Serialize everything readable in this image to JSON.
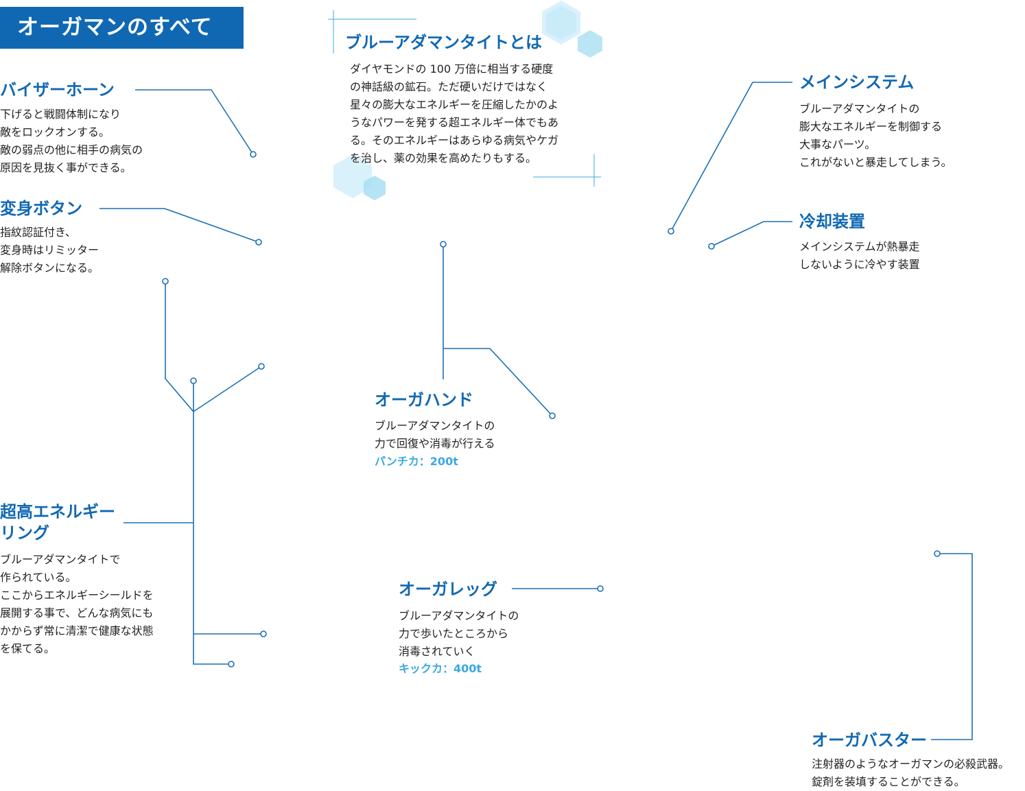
{
  "header": {
    "title": "オーガマンのすべて"
  },
  "intro": {
    "title": "ブルーアダマンタイトとは",
    "text": "ダイヤモンドの 100 万倍に相当する硬度\nの神話級の鉱石。ただ硬いだけではなく\n星々の膨大なエネルギーを圧縮したかのよ\nうなパワーを発する超エネルギー体でもあ\nる。そのエネルギーはあらゆる病気やケガ\nを治し、薬の効果を高めたりもする。"
  },
  "parts": {
    "visor_horn": {
      "title": "バイザーホーン",
      "text": "下げると戦闘体制になり\n敵をロックオンする。\n敵の弱点の他に相手の病気の\n原因を見抜く事ができる。"
    },
    "henshin_button": {
      "title": "変身ボタン",
      "text": "指紋認証付き、\n変身時はリミッター\n解除ボタンになる。"
    },
    "ring": {
      "title_line1": "超高エネルギー",
      "title_line2": "リング",
      "text": "ブルーアダマンタイトで\n作られている。\nここからエネルギーシールドを\n展開する事で、どんな病気にも\nかからず常に清潔で健康な状態\nを保てる。"
    },
    "hand": {
      "title": "オーガハンド",
      "text": "ブルーアダマンタイトの\n力で回復や消毒が行える",
      "stat": "パンチカ：200t"
    },
    "leg": {
      "title": "オーガレッグ",
      "text": "ブルーアダマンタイトの\n力で歩いたところから\n消毒されていく",
      "stat": "キックカ：400t"
    },
    "main_system": {
      "title": "メインシステム",
      "text": "ブルーアダマンタイトの\n膨大なエネルギーを制御する\n大事なパーツ。\nこれがないと暴走してしまう。"
    },
    "cooling": {
      "title": "冷却装置",
      "text": "メインシステムが熱暴走\nしないように冷やす装置"
    },
    "buster": {
      "title": "オーガバスター",
      "text": "注射器のようなオーガマンの必殺武器。\n錠剤を装填することができる。"
    }
  },
  "colors": {
    "accent": "#1068b2",
    "stat": "#3aa8e0",
    "line": "#1a6fb5",
    "hex_light": "#d8f1fb",
    "hex_mid": "#a9dff3"
  }
}
